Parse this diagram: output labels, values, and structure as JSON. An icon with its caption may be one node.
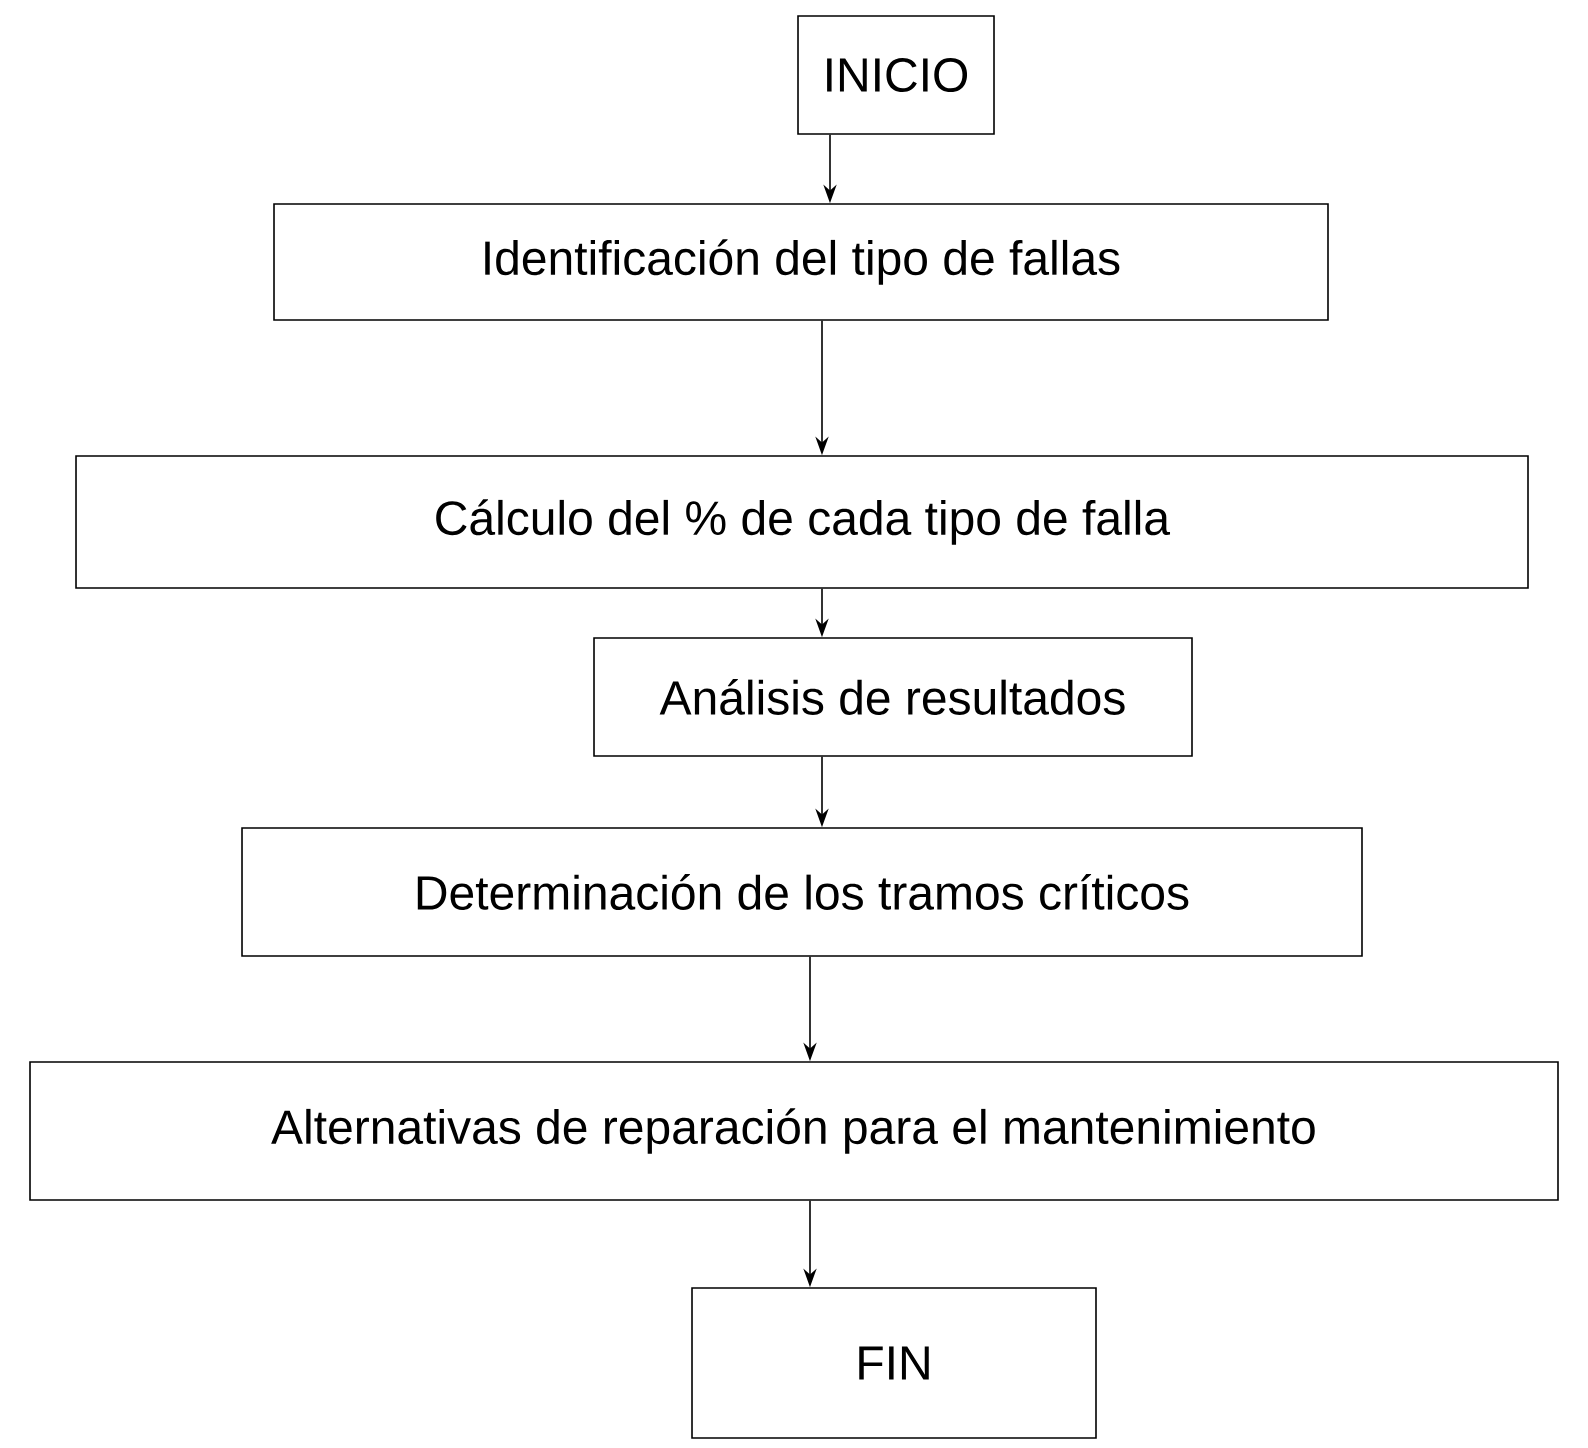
{
  "diagram": {
    "nodes": [
      {
        "text": [
          "INICIO"
        ]
      },
      {
        "text": [
          "Identificación del tipo de fallas"
        ]
      },
      {
        "text": [
          "Cálculo del % de cada tipo de falla"
        ]
      },
      {
        "text": [
          "Análisis de resultados"
        ]
      },
      {
        "text": [
          "Determinación de los tramos críticos"
        ]
      },
      {
        "text": [
          "Alternativas de reparación para el mantenimiento"
        ]
      },
      {
        "text": [
          "FIN"
        ]
      }
    ],
    "edges": [
      {
        "from": 0,
        "to": 1,
        "arrow": "to"
      },
      {
        "from": 1,
        "to": 2,
        "arrow": "to"
      },
      {
        "from": 2,
        "to": 3,
        "arrow": "to"
      },
      {
        "from": 3,
        "to": 4,
        "arrow": "to"
      },
      {
        "from": 4,
        "to": 5,
        "arrow": "to"
      },
      {
        "from": 5,
        "to": 6,
        "arrow": "to"
      }
    ]
  }
}
